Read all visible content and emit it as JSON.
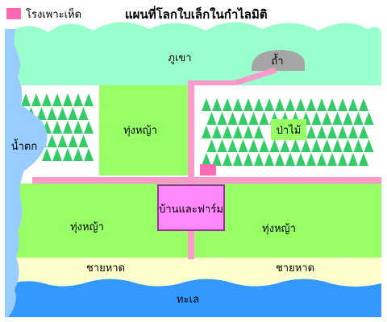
{
  "title": "แผนที่โลกใบเล็กในกำไลมิติ",
  "legend": {
    "label": "โรงเพาะเห็ด",
    "swatch_color": "#ff69b4"
  },
  "regions": {
    "mountains": "ภูเขา",
    "cave": "ถ้ำ",
    "forest": "ป่าไม้",
    "waterfall": "น้ำตก",
    "meadow_top": "ทุ่งหญ้า",
    "meadow_left": "ทุ่งหญ้า",
    "meadow_right": "ทุ่งหญ้า",
    "farmhouse": "บ้านและฟาร์ม",
    "beach_left": "ชายหาด",
    "beach_right": "ชายหาด",
    "sea": "ทะเล"
  },
  "colors": {
    "mountain": "#99ffcc",
    "meadow": "#99ff66",
    "forest_area": "#ffffff",
    "tree": "#33cc66",
    "path": "#ff99cc",
    "farmhouse": "#ff88ff",
    "farmhouse_border": "#993399",
    "beach": "#ffffcc",
    "sea": "#3399ff",
    "waterfall": "#99ccff",
    "cave": "#a6a6a6",
    "mushroom": "#ff69b4"
  }
}
